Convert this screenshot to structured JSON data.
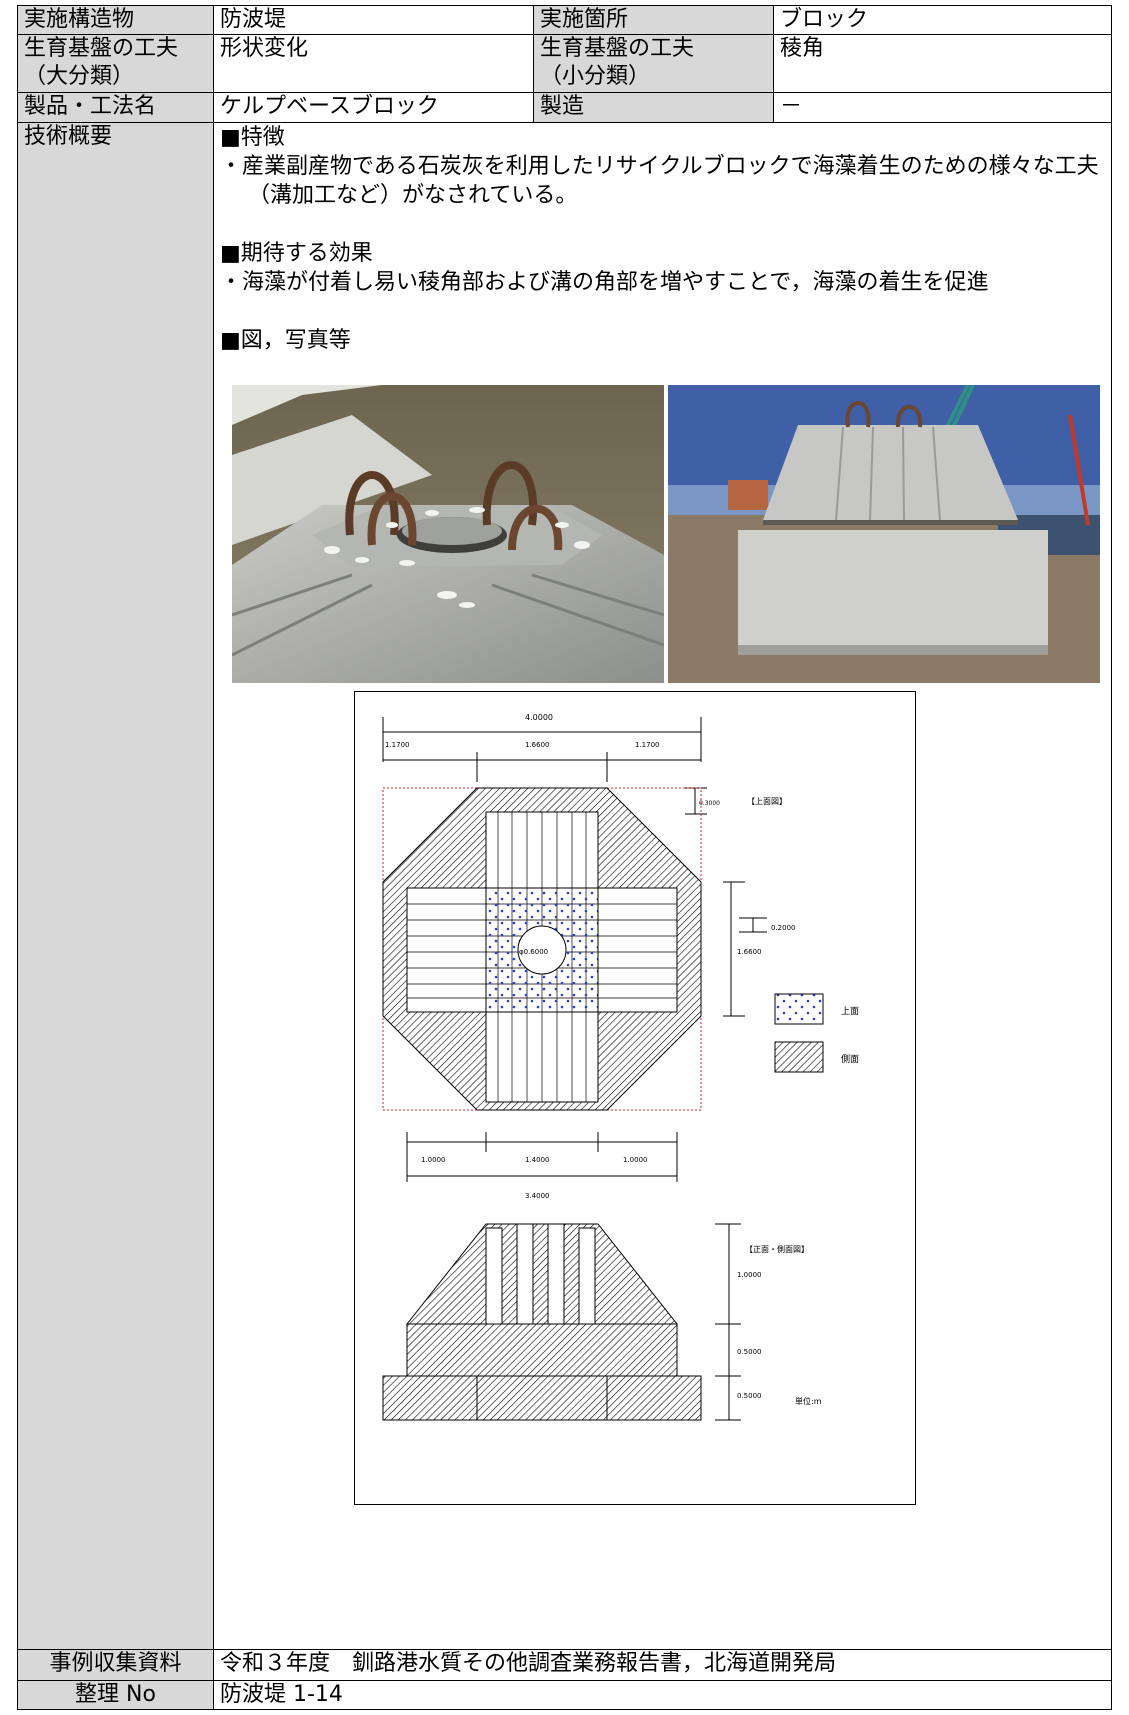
{
  "rows": {
    "structure": {
      "label": "実施構造物",
      "value": "防波堤",
      "label2": "実施箇所",
      "value2": "ブロック"
    },
    "category": {
      "label_line1": "生育基盤の工夫",
      "label_line2": "（大分類）",
      "value": "形状変化",
      "label2_line1": "生育基盤の工夫",
      "label2_line2": "（小分類）",
      "value2": "稜角"
    },
    "product": {
      "label": "製品・工法名",
      "value": "ケルプベースブロック",
      "label2": "製造",
      "value2": "－"
    },
    "overview": {
      "label": "技術概要",
      "feature_heading": "■特徴",
      "feature_text": "・産業副産物である石炭灰を利用したリサイクルブロックで海藻着生のための様々な工夫（溝加工など）がなされている。",
      "effect_heading": "■期待する効果",
      "effect_text": "・海藻が付着し易い稜角部および溝の角部を増やすことで，海藻の着生を促進",
      "figure_heading": "■図，写真等"
    },
    "source": {
      "label": "事例収集資料",
      "value": "令和３年度　釧路港水質その他調査業務報告書，北海道開発局"
    },
    "number": {
      "label": "整理 No",
      "value": "防波堤 1-14"
    }
  },
  "drawing": {
    "top_view_title": "【上面図】",
    "front_view_title": "【正面・側面図】",
    "unit": "単位:m",
    "legend_top": "上面",
    "legend_side": "側面",
    "dim_total_width": "4.0000",
    "dim_left": "1.1700",
    "dim_center": "1.6600",
    "dim_right": "1.1700",
    "dim_chamfer": "0.3000",
    "dim_groove": "0.2000",
    "dim_core": "1.6600",
    "hole": "φ0.6000",
    "dim_b_left": "1.0000",
    "dim_b_center": "1.4000",
    "dim_b_right": "1.0000",
    "dim_b_total": "3.4000",
    "dim_h_upper": "1.0000",
    "dim_h_mid": "0.5000",
    "dim_h_base": "0.5000"
  },
  "colors": {
    "label_bg": "#d8d8d8",
    "dot_blue": "#2b3fd4",
    "dashed_red": "#e02020"
  }
}
